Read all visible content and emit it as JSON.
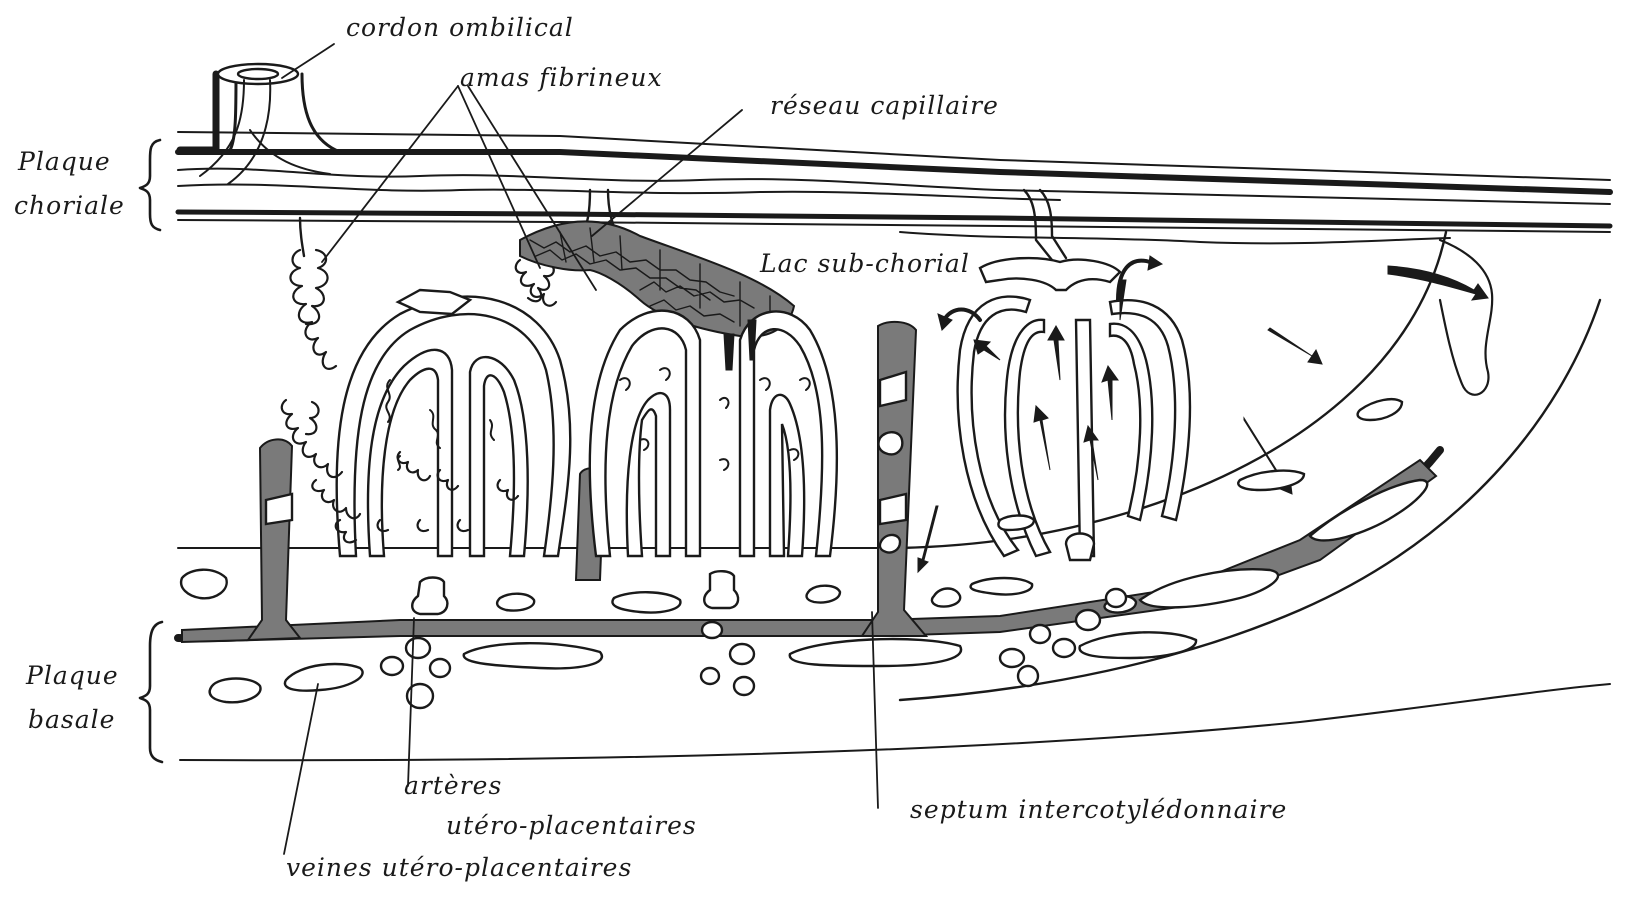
{
  "labels": {
    "cordon_ombilical": "cordon ombilical",
    "amas_fibrineux": "amas fibrineux",
    "reseau_capillaire": "réseau capillaire",
    "plaque_choriale_1": "Plaque",
    "plaque_choriale_2": "choriale",
    "lac_sub_chorial": "Lac sub-chorial",
    "plaque_basale_1": "Plaque",
    "plaque_basale_2": "basale",
    "arteres_1": "artères",
    "arteres_2": "utéro-placentaires",
    "veines": "veines utéro-placentaires",
    "septum": "septum intercotylédonnaire"
  },
  "colors": {
    "ink": "#1a1a1a",
    "shade": "#7a7a7a",
    "paper": "#ffffff"
  }
}
